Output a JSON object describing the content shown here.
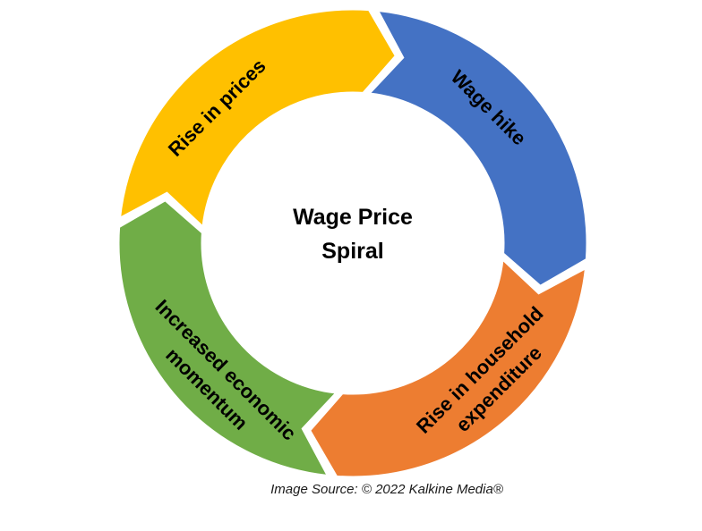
{
  "diagram": {
    "center_title_lines": [
      "Wage Price",
      "Spiral"
    ],
    "segments": [
      {
        "name": "wage-hike",
        "lines": [
          "Wage hike"
        ],
        "color": "#4472C4"
      },
      {
        "name": "rise-in-household-expenditure",
        "lines": [
          "Rise in household",
          "expenditure"
        ],
        "color": "#ED7D31"
      },
      {
        "name": "increased-economic-momentum",
        "lines": [
          "Increased economic",
          "momentum"
        ],
        "color": "#70AD47"
      },
      {
        "name": "rise-in-prices",
        "lines": [
          "Rise in prices"
        ],
        "color": "#FFC000"
      }
    ]
  },
  "source_caption": "Image Source: © 2022 Kalkine Media®"
}
